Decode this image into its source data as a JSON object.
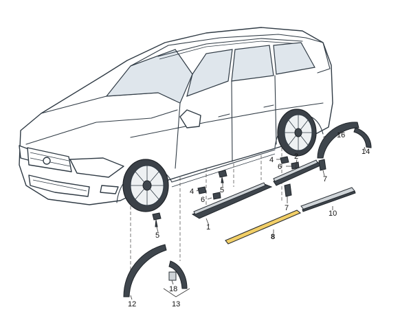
{
  "parts": [
    {
      "label": "1"
    },
    {
      "label": "2"
    },
    {
      "label": "4"
    },
    {
      "label": "4"
    },
    {
      "label": "5"
    },
    {
      "label": "5"
    },
    {
      "label": "6"
    },
    {
      "label": "6"
    },
    {
      "label": "7"
    },
    {
      "label": "7"
    },
    {
      "label": "8"
    },
    {
      "label": "10"
    },
    {
      "label": "12"
    },
    {
      "label": "13"
    },
    {
      "label": "14"
    },
    {
      "label": "16"
    },
    {
      "label": "18"
    }
  ],
  "highlight_color": "#f2cf67"
}
